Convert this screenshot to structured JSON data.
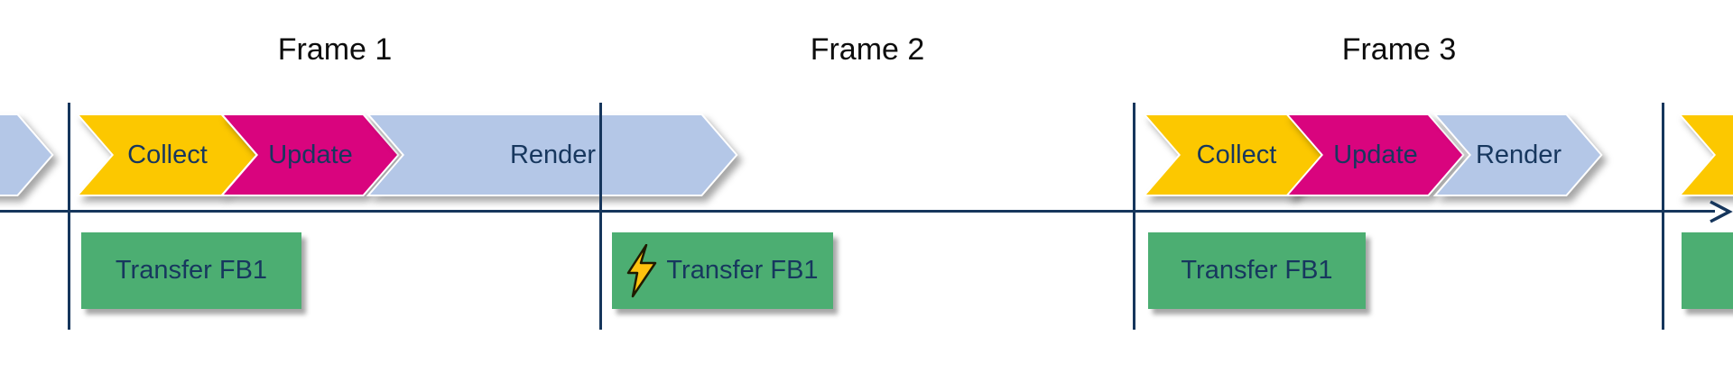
{
  "frames": [
    {
      "label": "Frame 1"
    },
    {
      "label": "Frame 2"
    },
    {
      "label": "Frame 3"
    }
  ],
  "pipeline": {
    "previous_frame_partial": {
      "stage": "render"
    },
    "frame1": {
      "stages": [
        {
          "label": "Collect"
        },
        {
          "label": "Update"
        },
        {
          "label": "Render"
        }
      ],
      "transfer": {
        "label": "Transfer FB1"
      }
    },
    "frame2": {
      "stages": [],
      "transfer": {
        "label": "Transfer FB1",
        "icon": "lightning-icon"
      }
    },
    "frame3": {
      "stages": [
        {
          "label": "Collect"
        },
        {
          "label": "Update"
        },
        {
          "label": "Render"
        }
      ],
      "transfer": {
        "label": "Transfer FB1"
      }
    },
    "next_frame_partial": {
      "stage": "collect"
    }
  },
  "colors": {
    "collect": "#FCC800",
    "update": "#D9047E",
    "render": "#B4C7E7",
    "transfer": "#4CAE72",
    "axis": "#16365C",
    "stage_text": "#17375E",
    "frame_text": "#0D0D0D",
    "bolt_fill": "#FFC20E",
    "bolt_outline": "#1F1A00"
  }
}
